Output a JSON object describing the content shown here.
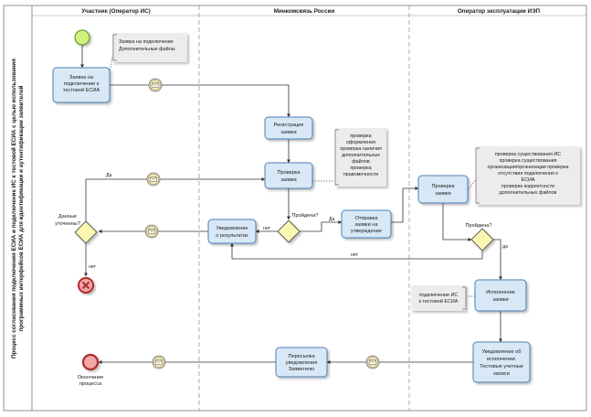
{
  "pool": {
    "title_line1": "Процесс согласования подключения ЕСИА и подключение ИС к тестовой ЕСИА с целью использования",
    "title_line2": "программных интерфейсов ЕСИА для идентификации и аутентификации заявителей"
  },
  "lanes": [
    {
      "title": "Участник (Оператор ИС)"
    },
    {
      "title": "Минкомсвязь России"
    },
    {
      "title": "Оператор эксплуатации ИЭП"
    }
  ],
  "tasks": {
    "request": [
      "Заявка на",
      "подключение к",
      "тестовой ЕСИА"
    ],
    "registration": [
      "Регистрация",
      "заявки"
    ],
    "check_mks": [
      "Проверка",
      "заявки"
    ],
    "notify": [
      "Уведомление",
      "о результатах"
    ],
    "send": [
      "Отправка",
      "заявки на",
      "утверждение"
    ],
    "check_op": [
      "Проверка",
      "заявки"
    ],
    "execute": [
      "Исполнение",
      "заявки"
    ],
    "notify_exec": [
      "Уведомление об",
      "исполнении.",
      "Тестовые учетные",
      "записи"
    ],
    "forward": [
      "Пересылка",
      "уведомления",
      "Заявителю"
    ]
  },
  "notes": {
    "attachments": [
      "Заявка на подключение",
      "Дополнительные файлы"
    ],
    "mks_checks": [
      "проверка",
      "оформления",
      "проверка наличия",
      "дополнительных",
      "файлов",
      "проверка",
      "правомочности"
    ],
    "op_checks": [
      "проверка существования ИС",
      "проверка существования",
      "организации/организации проверка",
      "отсутствия подключения к",
      "ЕСИА",
      "проверка корректности",
      "дополнительных файлов"
    ],
    "connection": [
      "подключение ИС",
      "к тестовой ЕСИА"
    ]
  },
  "gateways": {
    "data_clarified": [
      "Данные",
      "уточнены?"
    ],
    "passed_mks": "Пройдена?",
    "passed_op": "Пройдена?"
  },
  "flow_labels": {
    "yes": "Да",
    "yes_lower": "да",
    "no": "нет",
    "no_long": "нет",
    "yes_mks": "Да",
    "yes_op": "да",
    "no_op": "нет"
  },
  "events": {
    "end_label": [
      "Окончание",
      "процесса"
    ]
  },
  "colors": {
    "task_fill": "#d9e8f6",
    "task_stroke": "#4a7fb5",
    "gateway_fill": "#fbf7b0",
    "start_fill": "#cdf27a",
    "error_fill": "#f1a7a7",
    "message_fill": "#f6eab5"
  }
}
